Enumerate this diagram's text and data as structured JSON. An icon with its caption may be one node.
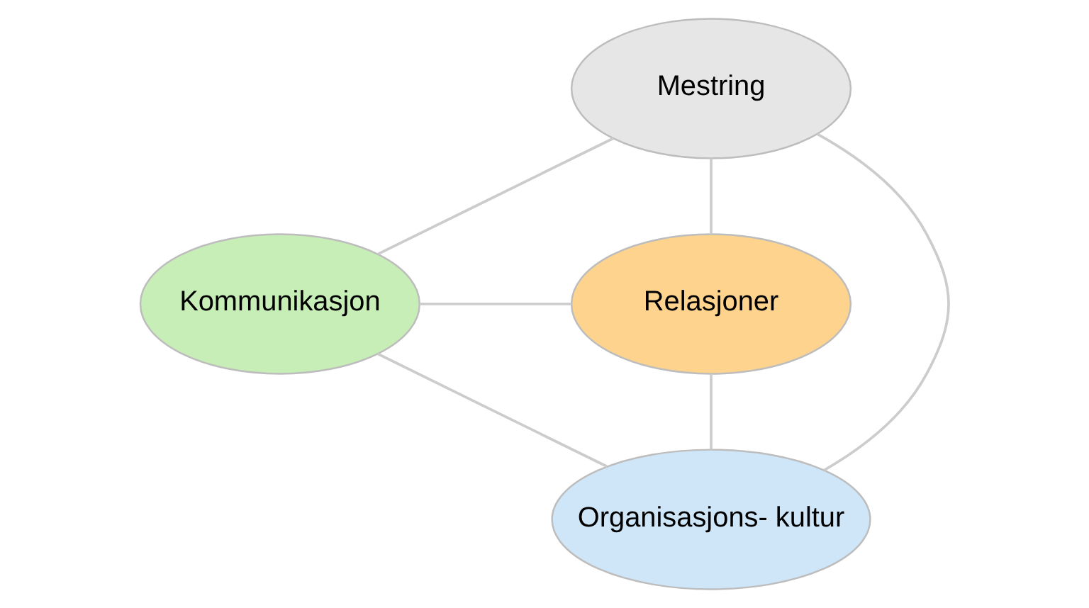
{
  "diagram": {
    "nodes": [
      {
        "text": [
          "Mestring"
        ]
      },
      {
        "text": [
          "Kommunikasjon"
        ]
      },
      {
        "text": [
          "Relasjoner"
        ]
      },
      {
        "text": [
          "Organisasjons- kultur"
        ]
      }
    ],
    "edges": [
      {
        "from": 0,
        "to": 1,
        "arrow": "none"
      },
      {
        "from": 0,
        "to": 2,
        "arrow": "none"
      },
      {
        "from": 0,
        "to": 3,
        "arrow": "none"
      },
      {
        "from": 1,
        "to": 2,
        "arrow": "none"
      },
      {
        "from": 1,
        "to": 3,
        "arrow": "none"
      },
      {
        "from": 2,
        "to": 3,
        "arrow": "none"
      }
    ]
  }
}
